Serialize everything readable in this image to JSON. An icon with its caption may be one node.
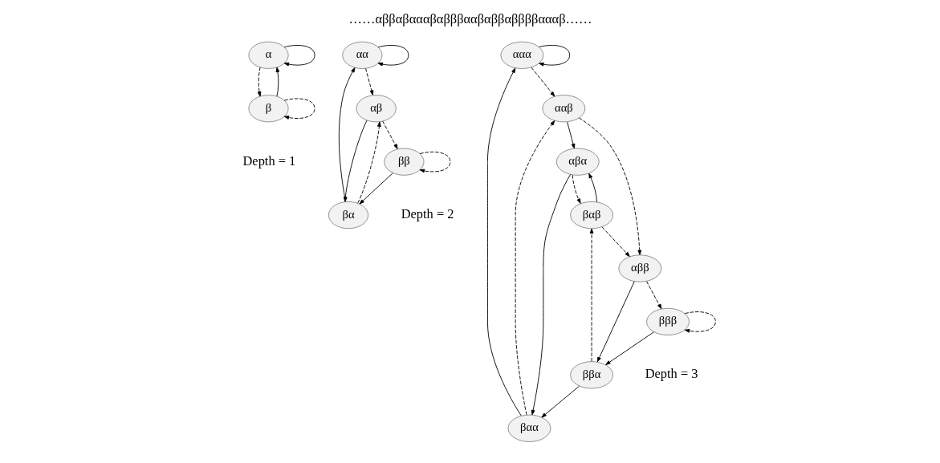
{
  "diagram": {
    "title": "……αββαβαααβαβββααβαββαββββαααβ……",
    "nodes": [
      {
        "text": [
          "α"
        ]
      },
      {
        "text": [
          "β"
        ]
      },
      {
        "text": [
          "αα"
        ]
      },
      {
        "text": [
          "αβ"
        ]
      },
      {
        "text": [
          "βα"
        ]
      },
      {
        "text": [
          "ββ"
        ]
      },
      {
        "text": [
          "ααα"
        ]
      },
      {
        "text": [
          "ααβ"
        ]
      },
      {
        "text": [
          "αβα"
        ]
      },
      {
        "text": [
          "αββ"
        ]
      },
      {
        "text": [
          "βαα"
        ]
      },
      {
        "text": [
          "βαβ"
        ]
      },
      {
        "text": [
          "ββα"
        ]
      },
      {
        "text": [
          "βββ"
        ]
      }
    ],
    "edges": [
      {
        "from": 0,
        "to": 0,
        "arrow": "to"
      },
      {
        "from": 0,
        "to": 1,
        "arrow": "to",
        "style": "dashed"
      },
      {
        "from": 1,
        "to": 0,
        "arrow": "to"
      },
      {
        "from": 1,
        "to": 1,
        "arrow": "to",
        "style": "dashed"
      },
      {
        "from": 2,
        "to": 2,
        "arrow": "to"
      },
      {
        "from": 2,
        "to": 3,
        "arrow": "to",
        "style": "dashed"
      },
      {
        "from": 3,
        "to": 4,
        "arrow": "to"
      },
      {
        "from": 3,
        "to": 5,
        "arrow": "to",
        "style": "dashed"
      },
      {
        "from": 4,
        "to": 2,
        "arrow": "to"
      },
      {
        "from": 4,
        "to": 3,
        "arrow": "to",
        "style": "dashed"
      },
      {
        "from": 5,
        "to": 4,
        "arrow": "to"
      },
      {
        "from": 5,
        "to": 5,
        "arrow": "to",
        "style": "dashed"
      },
      {
        "from": 6,
        "to": 6,
        "arrow": "to"
      },
      {
        "from": 6,
        "to": 7,
        "arrow": "to",
        "style": "dashed"
      },
      {
        "from": 7,
        "to": 8,
        "arrow": "to"
      },
      {
        "from": 7,
        "to": 9,
        "arrow": "to",
        "style": "dashed"
      },
      {
        "from": 8,
        "to": 10,
        "arrow": "to"
      },
      {
        "from": 8,
        "to": 11,
        "arrow": "to",
        "style": "dashed"
      },
      {
        "from": 9,
        "to": 12,
        "arrow": "to"
      },
      {
        "from": 9,
        "to": 13,
        "arrow": "to",
        "style": "dashed"
      },
      {
        "from": 10,
        "to": 6,
        "arrow": "to"
      },
      {
        "from": 10,
        "to": 7,
        "arrow": "to",
        "style": "dashed"
      },
      {
        "from": 11,
        "to": 8,
        "arrow": "to"
      },
      {
        "from": 11,
        "to": 9,
        "arrow": "to",
        "style": "dashed"
      },
      {
        "from": 12,
        "to": 10,
        "arrow": "to"
      },
      {
        "from": 12,
        "to": 11,
        "arrow": "to",
        "style": "dashed"
      },
      {
        "from": 13,
        "to": 12,
        "arrow": "to"
      },
      {
        "from": 13,
        "to": 13,
        "arrow": "to",
        "style": "dashed"
      }
    ],
    "labels": [
      "Depth = 1",
      "Depth = 2",
      "Depth = 3"
    ]
  }
}
